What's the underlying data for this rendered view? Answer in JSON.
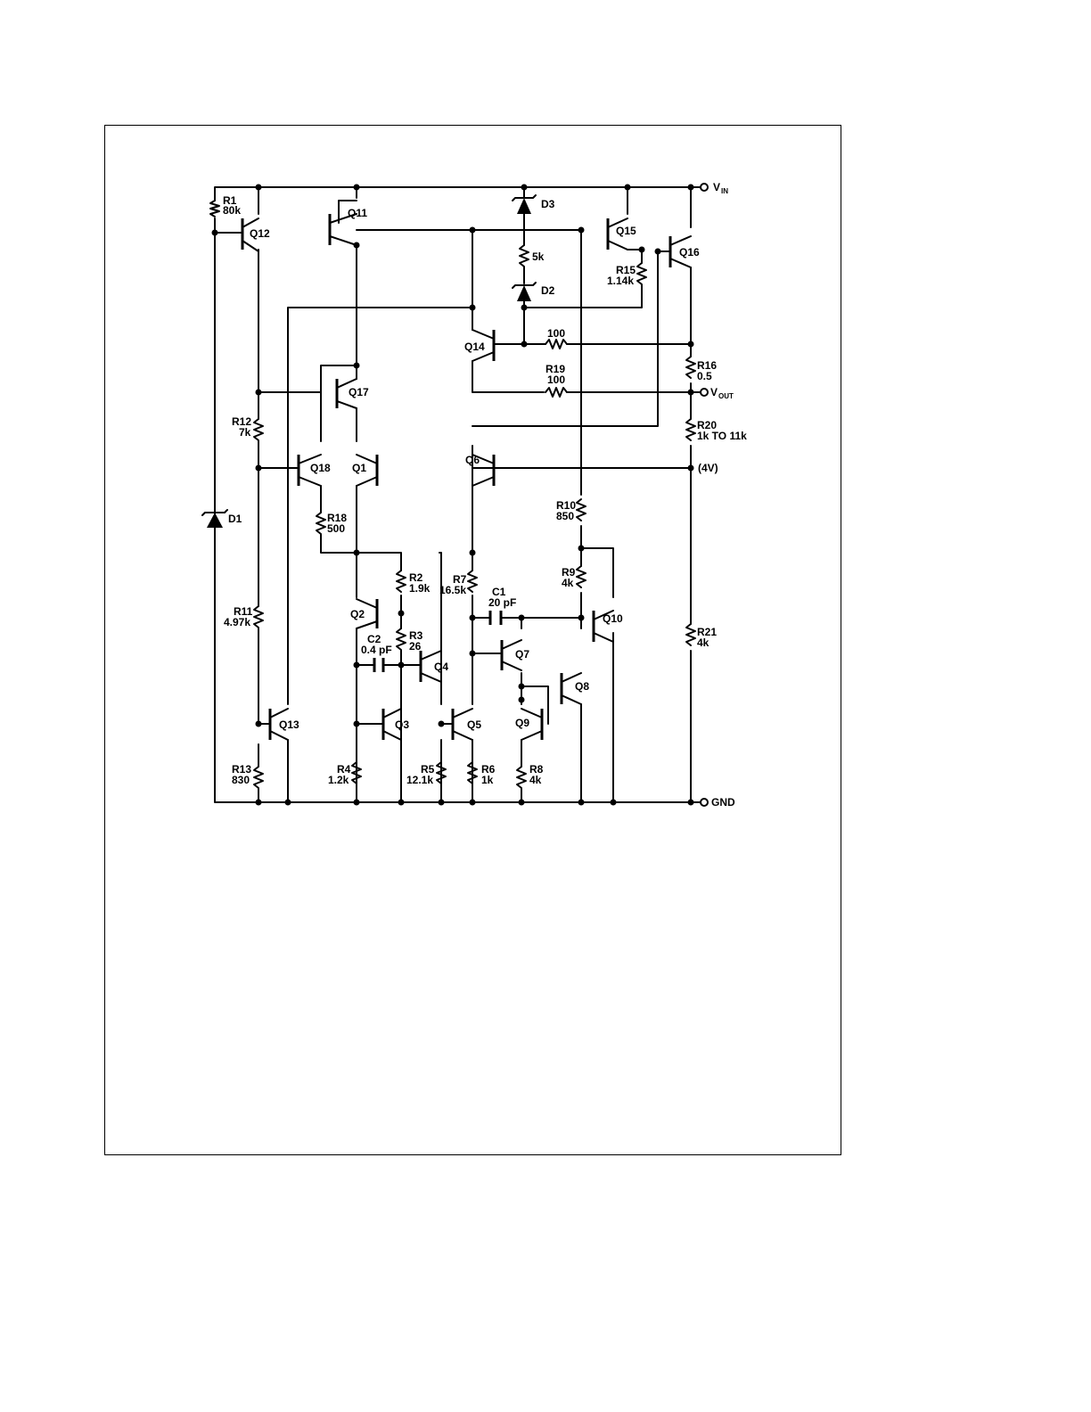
{
  "terminals": {
    "vin": "V",
    "vin_sub": "IN",
    "vout": "V",
    "vout_sub": "OUT",
    "gnd": "GND",
    "tap": "(4V)"
  },
  "transistors": {
    "q1": "Q1",
    "q2": "Q2",
    "q3": "Q3",
    "q4": "Q4",
    "q5": "Q5",
    "q6": "Q6",
    "q7": "Q7",
    "q8": "Q8",
    "q9": "Q9",
    "q10": "Q10",
    "q11": "Q11",
    "q12": "Q12",
    "q13": "Q13",
    "q14": "Q14",
    "q15": "Q15",
    "q16": "Q16",
    "q17": "Q17",
    "q18": "Q18"
  },
  "diodes": {
    "d1": "D1",
    "d2": "D2",
    "d3": "D3"
  },
  "resistors": {
    "r1": {
      "name": "R1",
      "value": "80k"
    },
    "r2": {
      "name": "R2",
      "value": "1.9k"
    },
    "r3": {
      "name": "R3",
      "value": "26"
    },
    "r4": {
      "name": "R4",
      "value": "1.2k"
    },
    "r5": {
      "name": "R5",
      "value": "12.1k"
    },
    "r6": {
      "name": "R6",
      "value": "1k"
    },
    "r7": {
      "name": "R7",
      "value": "16.5k"
    },
    "r8": {
      "name": "R8",
      "value": "4k"
    },
    "r9": {
      "name": "R9",
      "value": "4k"
    },
    "r10": {
      "name": "R10",
      "value": "850"
    },
    "r11": {
      "name": "R11",
      "value": "4.97k"
    },
    "r12": {
      "name": "R12",
      "value": "7k"
    },
    "r13": {
      "name": "R13",
      "value": "830"
    },
    "r14": {
      "name": "",
      "value": "100"
    },
    "r15": {
      "name": "R15",
      "value": "1.14k"
    },
    "r16": {
      "name": "R16",
      "value": "0.5"
    },
    "r18": {
      "name": "R18",
      "value": "500"
    },
    "r19": {
      "name": "R19",
      "value": "100"
    },
    "r20": {
      "name": "R20",
      "value": "1k TO 11k"
    },
    "r21": {
      "name": "R21",
      "value": "4k"
    },
    "r5k": {
      "name": "",
      "value": "5k"
    }
  },
  "capacitors": {
    "c1": {
      "name": "C1",
      "value": "20 pF"
    },
    "c2": {
      "name": "C2",
      "value": "0.4 pF"
    }
  }
}
